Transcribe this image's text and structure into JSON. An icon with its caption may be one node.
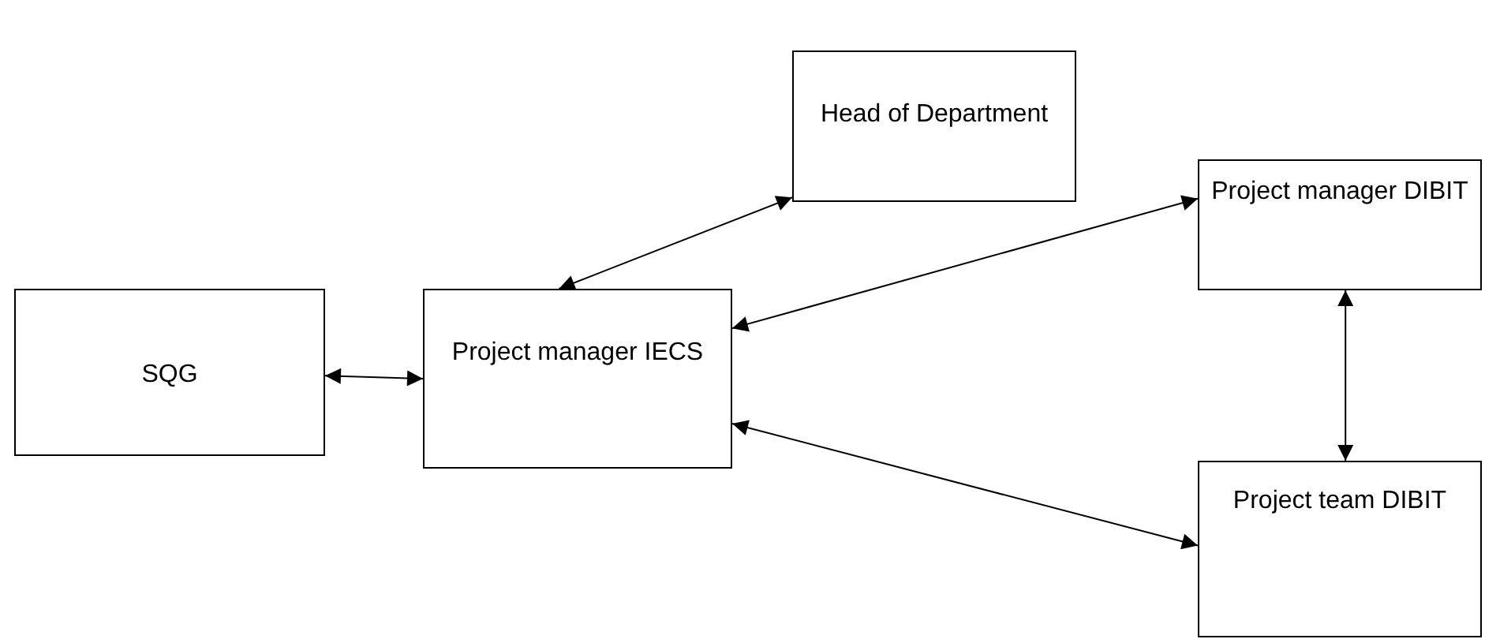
{
  "diagram": {
    "nodes": [
      {
        "text": [
          "SQG"
        ]
      },
      {
        "text": [
          "Project manager IECS"
        ]
      },
      {
        "text": [
          "Head of Department"
        ]
      },
      {
        "text": [
          "Project manager DIBIT"
        ]
      },
      {
        "text": [
          "Project team DIBIT"
        ]
      }
    ],
    "edges": [
      {
        "from": 0,
        "to": 1,
        "arrow": "both"
      },
      {
        "from": 1,
        "to": 2,
        "arrow": "both"
      },
      {
        "from": 1,
        "to": 3,
        "arrow": "both"
      },
      {
        "from": 1,
        "to": 4,
        "arrow": "both"
      },
      {
        "from": 3,
        "to": 4,
        "arrow": "both"
      }
    ]
  }
}
